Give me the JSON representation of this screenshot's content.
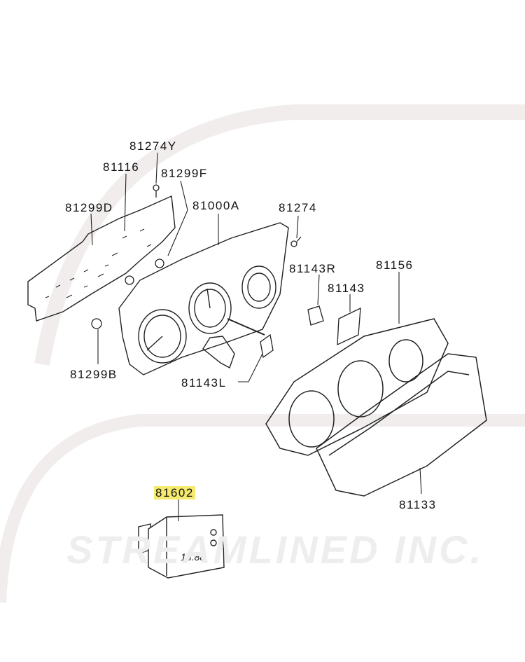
{
  "watermark": {
    "text": "STREAMLINED INC."
  },
  "lcd": {
    "text": "18.88"
  },
  "labels": {
    "p81274Y": "81274Y",
    "p81116": "81116",
    "p81299F": "81299F",
    "p81299D": "81299D",
    "p81000A": "81000A",
    "p81274": "81274",
    "p81143R": "81143R",
    "p81156": "81156",
    "p81143": "81143",
    "p81299B": "81299B",
    "p81143L": "81143L",
    "p81133": "81133",
    "p81602": "81602"
  },
  "highlight_color": "#f6ea6e"
}
